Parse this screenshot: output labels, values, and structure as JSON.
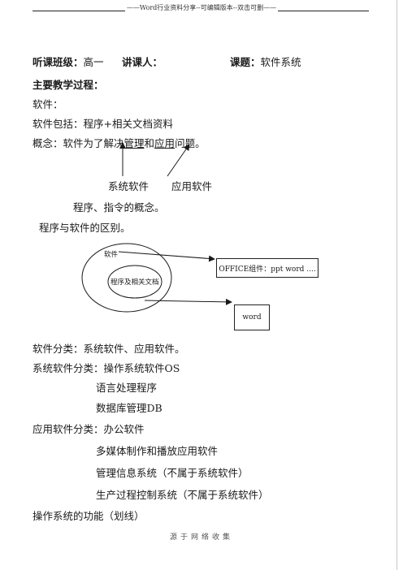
{
  "header": {
    "text": "——Word行业资料分享--可编辑版本--双击可删——"
  },
  "info": {
    "class_label": "听课班级：",
    "class_value": "高一",
    "lecturer_label": "讲课人：",
    "topic_label": "课题：",
    "topic_value": "软件系统"
  },
  "process_title": "主要教学过程：",
  "lines": {
    "software": "软件：",
    "includes": "软件包括：程序+相关文档资料",
    "concept_prefix": "概念：软件为了解决",
    "concept_manage": "管理",
    "concept_and": "和",
    "concept_apply": "应用",
    "concept_suffix": "问题。",
    "sys_software": "系统软件",
    "app_software": "应用软件",
    "program_concept": "程序、指令的概念。",
    "difference": "程序与软件的区别。"
  },
  "diagram": {
    "outer_label": "软件",
    "inner_label": "程序及相关文档",
    "office_box": "OFFICE组件：ppt word ....",
    "word_box": "word"
  },
  "classification": {
    "types": "软件分类：系统软件、应用软件。",
    "system_label": "系统软件分类：操作系统软件OS",
    "system_items": [
      "语言处理程序",
      "数据库管理DB"
    ],
    "app_label": "应用软件分类：办公软件",
    "app_items": [
      "多媒体制作和播放应用软件",
      "管理信息系统（不属于系统软件）",
      "生产过程控制系统（不属于系统软件）"
    ],
    "os_functions": "操作系统的功能（划线）"
  },
  "footer": {
    "text": "源于网络收集"
  }
}
